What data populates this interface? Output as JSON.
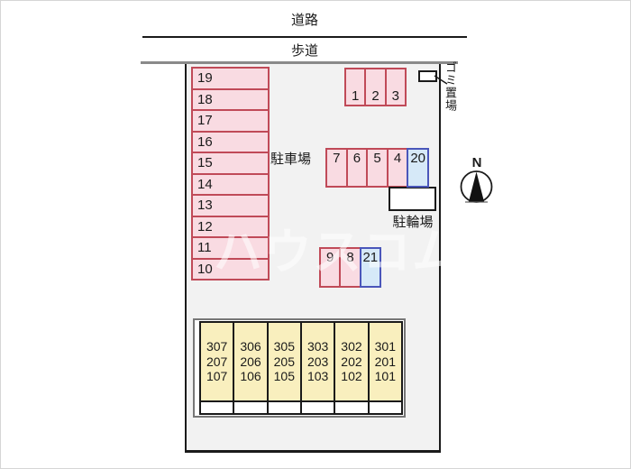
{
  "colors": {
    "site_background": "#f2f2f2",
    "parking_fill": "#f9dbe2",
    "parking_border": "#c04a58",
    "reserved_fill": "#d6e9f8",
    "reserved_border": "#4a56ba",
    "building_fill": "#f9efbe",
    "sidewalk_line": "#8a8a8a"
  },
  "top_area": {
    "road_label": "道路",
    "sidewalk_label": "歩道"
  },
  "garbage_area": {
    "label": "ゴミ置場"
  },
  "parking_lot": {
    "label": "駐車場",
    "left_column_spaces": [
      "19",
      "18",
      "17",
      "16",
      "15",
      "14",
      "13",
      "12",
      "11",
      "10"
    ],
    "top_row_spaces": [
      "1",
      "2",
      "3"
    ],
    "middle_row_spaces": [
      "7",
      "6",
      "5",
      "4",
      "20"
    ],
    "lower_row_spaces": [
      "9",
      "8",
      "21"
    ]
  },
  "bicycle_area": {
    "label": "駐輪場"
  },
  "building": {
    "columns": [
      {
        "units": [
          "307",
          "207",
          "107"
        ]
      },
      {
        "units": [
          "306",
          "206",
          "106"
        ]
      },
      {
        "units": [
          "305",
          "205",
          "105"
        ]
      },
      {
        "units": [
          "303",
          "203",
          "103"
        ]
      },
      {
        "units": [
          "302",
          "202",
          "102"
        ]
      },
      {
        "units": [
          "301",
          "201",
          "101"
        ]
      }
    ]
  },
  "compass": {
    "label": "N"
  },
  "watermark": "ハウスコム"
}
